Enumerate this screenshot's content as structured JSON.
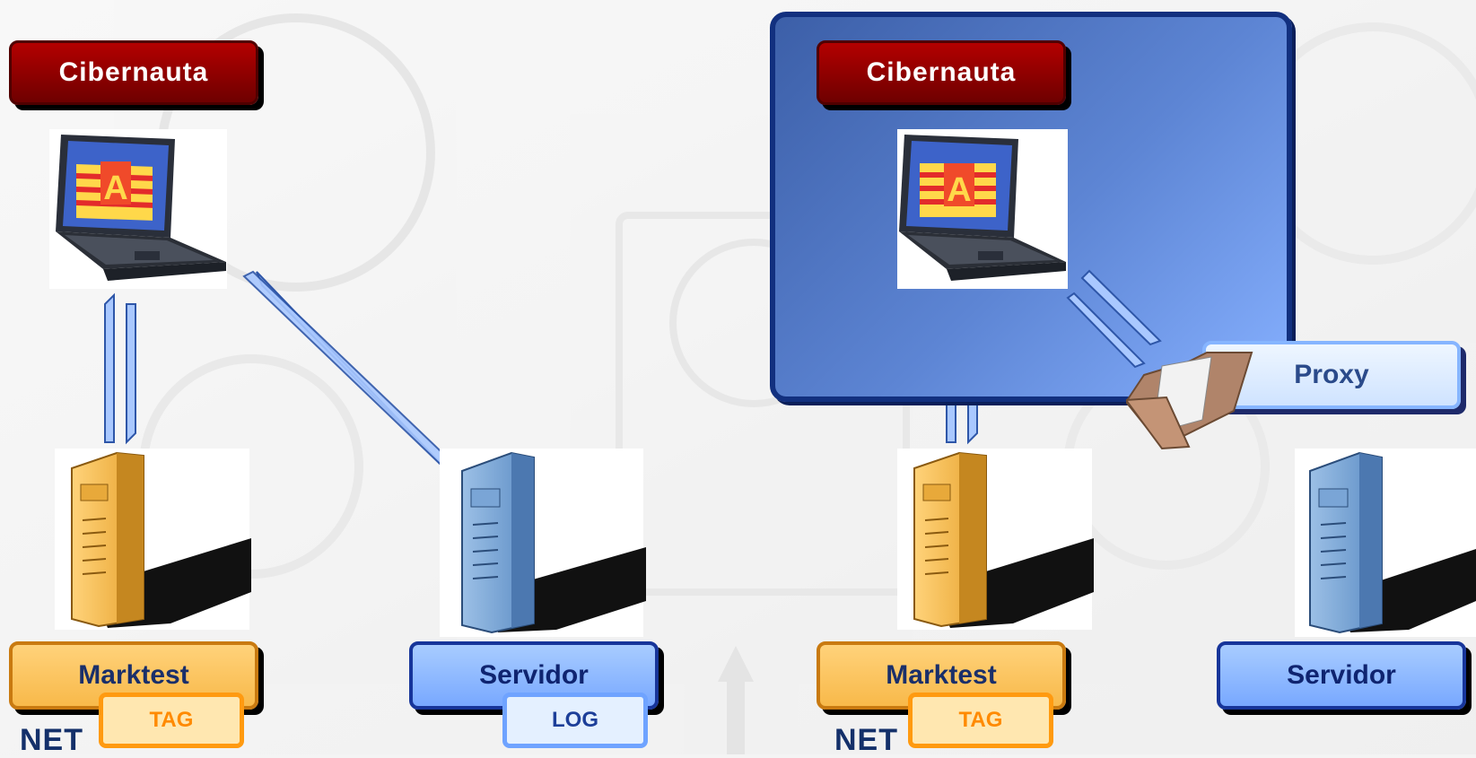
{
  "left_scenario": {
    "user_label": "Cibernauta",
    "tracker_label": "Marktest",
    "tracker_tag": "TAG",
    "server_label": "Servidor",
    "server_tag": "LOG"
  },
  "right_scenario": {
    "user_label": "Cibernauta",
    "tracker_label": "Marktest",
    "tracker_tag": "TAG",
    "proxy_label": "Proxy",
    "server_label": "Servidor"
  },
  "logo_text": "NET",
  "colors": {
    "user_pill": "#9b0000",
    "tracker_pill": "#f8c463",
    "server_pill": "#8fb8ff",
    "group_box": "#4a6fbf",
    "link": "#a9c8ff"
  }
}
